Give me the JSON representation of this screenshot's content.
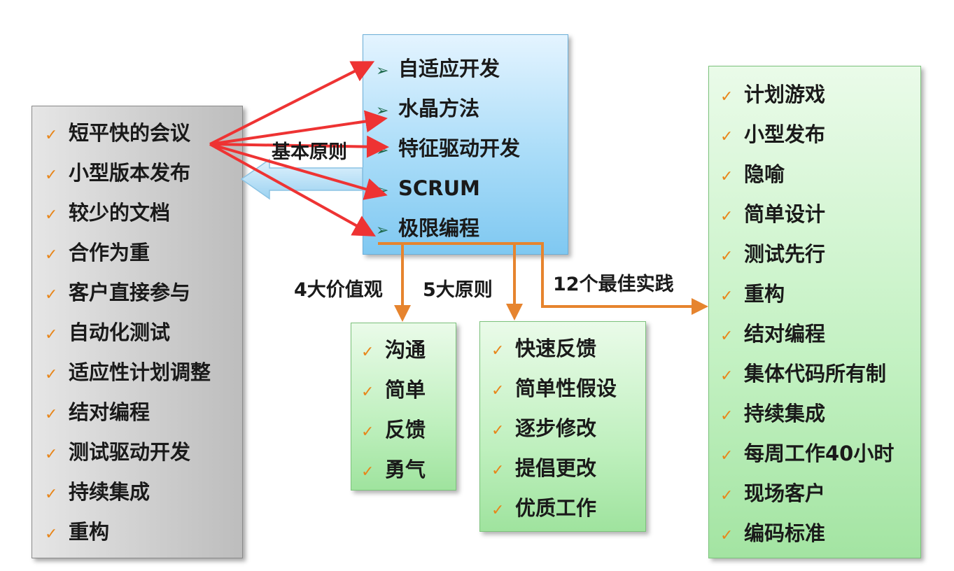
{
  "left_box": {
    "items": [
      "短平快的会议",
      "小型版本发布",
      "较少的文档",
      "合作为重",
      "客户直接参与",
      "自动化测试",
      "适应性计划调整",
      "结对编程",
      "测试驱动开发",
      "持续集成",
      "重构"
    ]
  },
  "methods_box": {
    "items": [
      "自适应开发",
      "水晶方法",
      "特征驱动开发",
      "SCRUM",
      "极限编程"
    ]
  },
  "values_box": {
    "items": [
      "沟通",
      "简单",
      "反馈",
      "勇气"
    ]
  },
  "principles_box": {
    "items": [
      "快速反馈",
      "简单性假设",
      "逐步修改",
      "提倡更改",
      "优质工作"
    ]
  },
  "right_box": {
    "items": [
      "计划游戏",
      "小型发布",
      "隐喻",
      "简单设计",
      "测试先行",
      "重构",
      "结对编程",
      "集体代码所有制",
      "持续集成",
      "每周工作40小时",
      "现场客户",
      "编码标准"
    ]
  },
  "labels": {
    "basic_principles": "基本原则",
    "four_values": "4大价值观",
    "five_principles": "5大原则",
    "twelve_practices": "12个最佳实践"
  },
  "colors": {
    "red_arrow": "#ee3333",
    "orange_arrow": "#e6842e",
    "check": "#e8861a",
    "bullet": "#1f6b4e"
  }
}
